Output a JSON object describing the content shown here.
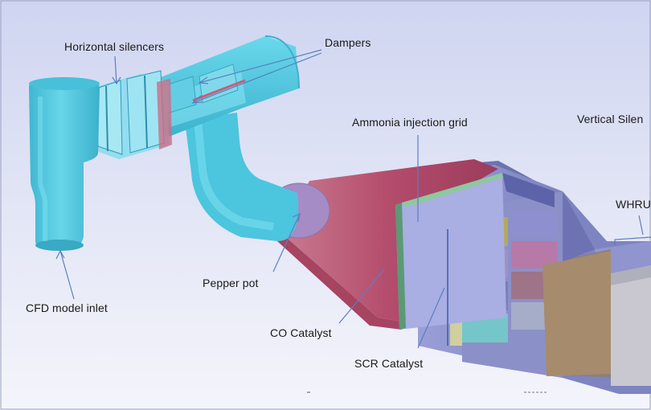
{
  "labels": {
    "horizontal_silencers": "Horizontal silencers",
    "dampers": "Dampers",
    "ammonia_injection_grid": "Ammonia injection grid",
    "vertical_silencers": "Vertical Silen",
    "whru": "WHRU",
    "pepper_pot": "Pepper pot",
    "cfd_model_inlet": "CFD model inlet",
    "co_catalyst": "CO Catalyst",
    "scr_catalyst": "SCR Catalyst"
  },
  "colors": {
    "background_top": "#d3d8f2",
    "background_bottom": "#f4f5fb",
    "duct_cyan": "#5ad0e6",
    "duct_cyan_dark": "#36b6d0",
    "transition_red": "#b75070",
    "casing_purple": "#8a8ec6",
    "grid_panel": "#aab0e4",
    "leader_line": "#5b7fc0",
    "label_text": "#1a1a1a"
  }
}
